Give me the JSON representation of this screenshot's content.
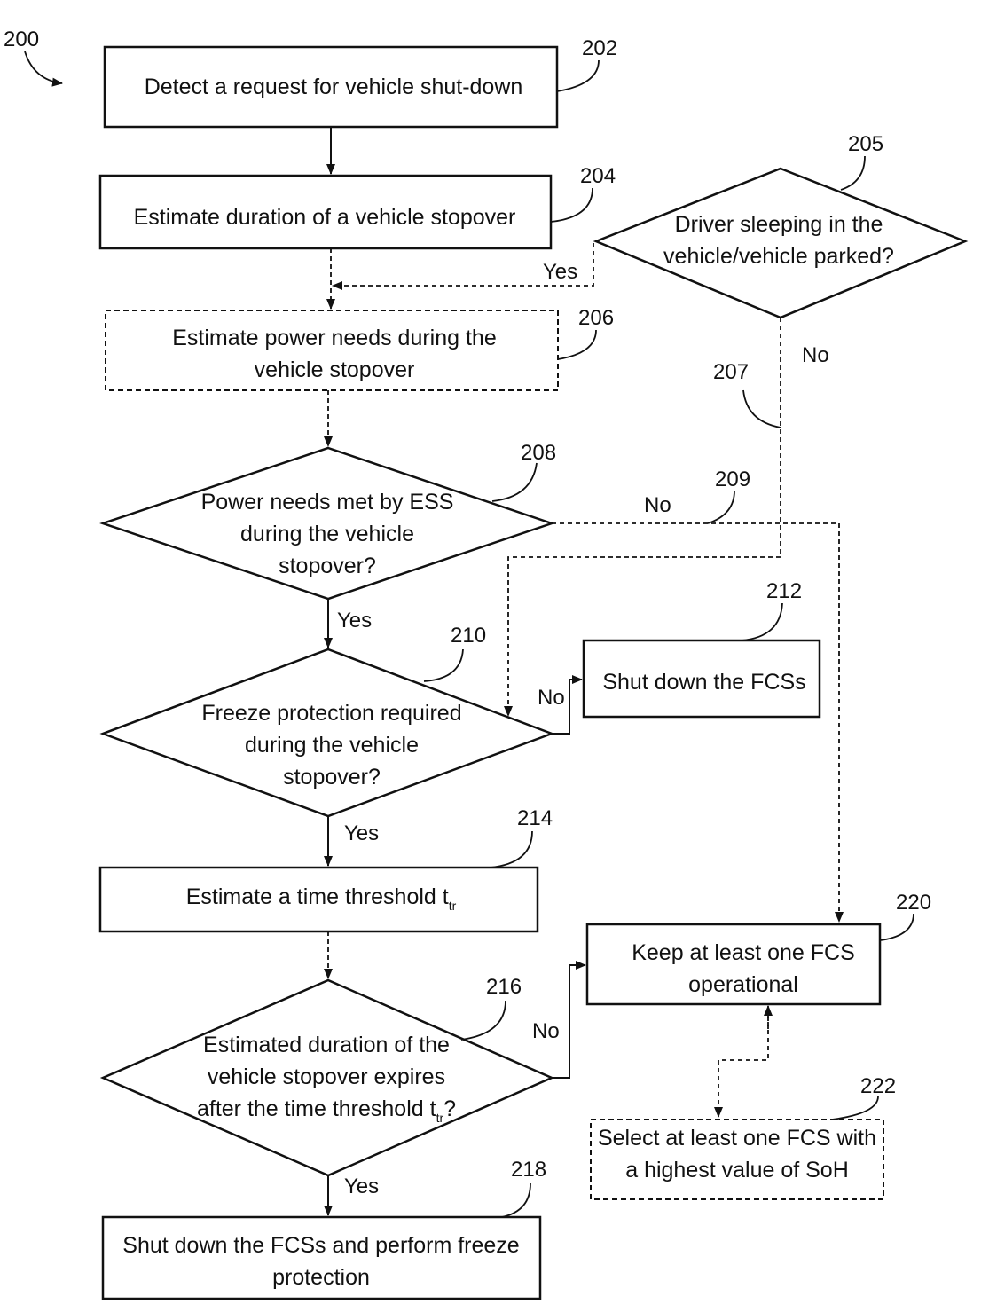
{
  "figure_label": "200",
  "nodes": {
    "n202": {
      "ref": "202",
      "lines": [
        "Detect a request for vehicle shut-down"
      ]
    },
    "n204": {
      "ref": "204",
      "lines": [
        "Estimate duration of a vehicle stopover"
      ]
    },
    "n205": {
      "ref": "205",
      "lines": [
        "Driver sleeping in the",
        "vehicle/vehicle parked?"
      ]
    },
    "n206": {
      "ref": "206",
      "lines": [
        "Estimate power needs during the",
        "vehicle stopover"
      ]
    },
    "n208": {
      "ref": "208",
      "lines": [
        "Power needs met by ESS",
        "during the vehicle",
        "stopover?"
      ]
    },
    "n210": {
      "ref": "210",
      "lines": [
        "Freeze protection required",
        "during the vehicle",
        "stopover?"
      ]
    },
    "n212": {
      "ref": "212",
      "lines": [
        "Shut down the FCSs"
      ]
    },
    "n214": {
      "ref": "214",
      "lines": [
        "Estimate a time threshold t"
      ],
      "subscript": "tr"
    },
    "n216": {
      "ref": "216",
      "lines": [
        "Estimated duration of the",
        "vehicle stopover expires",
        "after the time threshold t"
      ],
      "subscript": "tr",
      "suffix": "?"
    },
    "n218": {
      "ref": "218",
      "lines": [
        "Shut down the FCSs and perform freeze",
        "protection"
      ]
    },
    "n220": {
      "ref": "220",
      "lines": [
        "Keep at least one FCS",
        "operational"
      ]
    },
    "n222": {
      "ref": "222",
      "lines": [
        "Select at least one FCS with",
        "a highest value of SoH"
      ]
    }
  },
  "edges": {
    "e205_yes": "Yes",
    "e205_no": "No",
    "e207": "207",
    "e208_no": "No",
    "e209": "209",
    "e208_yes": "Yes",
    "e210_no": "No",
    "e210_yes": "Yes",
    "e216_no": "No",
    "e216_yes": "Yes"
  }
}
